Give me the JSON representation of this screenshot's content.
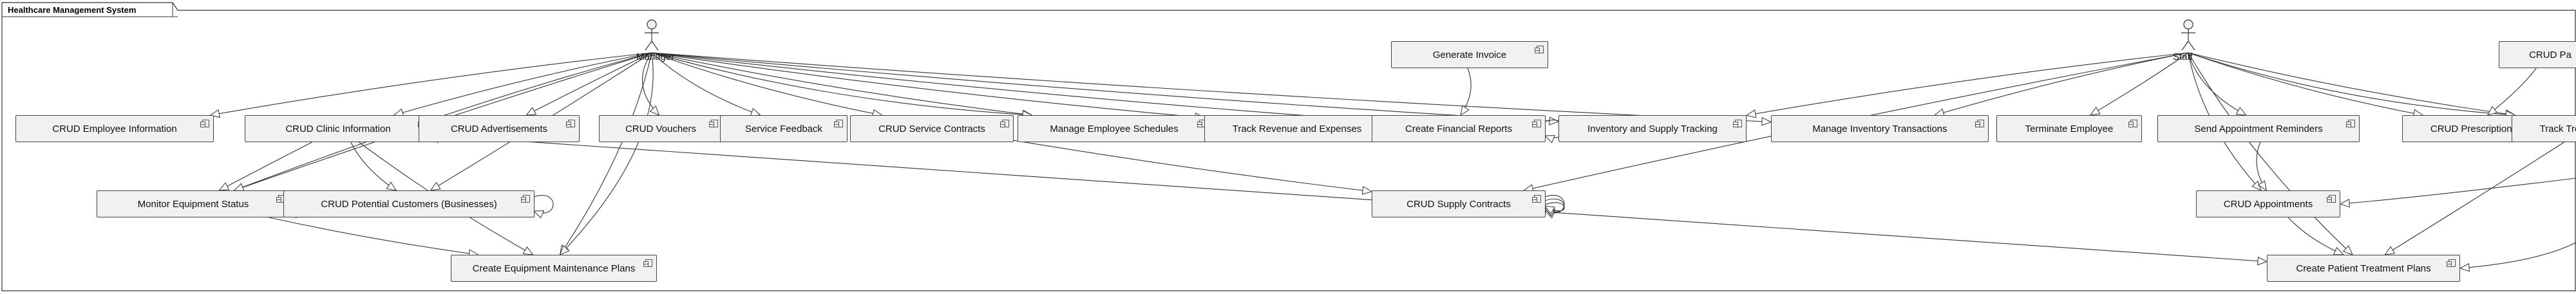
{
  "package": {
    "title": "Healthcare Management System"
  },
  "actors": [
    {
      "id": "manager",
      "name": "Manager"
    },
    {
      "id": "staff",
      "name": "Staff"
    }
  ],
  "components": [
    {
      "id": "generate-invoice",
      "label": "Generate Invoice"
    },
    {
      "id": "crud-patients",
      "label": "CRUD Pa"
    },
    {
      "id": "crud-employee-info",
      "label": "CRUD Employee Information"
    },
    {
      "id": "crud-clinic-info",
      "label": "CRUD Clinic Information"
    },
    {
      "id": "crud-advertisements",
      "label": "CRUD Advertisements"
    },
    {
      "id": "crud-vouchers",
      "label": "CRUD Vouchers"
    },
    {
      "id": "service-feedback",
      "label": "Service Feedback"
    },
    {
      "id": "crud-service-contracts",
      "label": "CRUD Service Contracts"
    },
    {
      "id": "manage-employee-schedules",
      "label": "Manage Employee Schedules"
    },
    {
      "id": "track-revenue",
      "label": "Track Revenue and Expenses"
    },
    {
      "id": "create-financial-reports",
      "label": "Create Financial Reports"
    },
    {
      "id": "inventory-supply-tracking",
      "label": "Inventory and Supply Tracking"
    },
    {
      "id": "manage-inventory-transactions",
      "label": "Manage Inventory Transactions"
    },
    {
      "id": "terminate-employee",
      "label": "Terminate Employee"
    },
    {
      "id": "send-appointment-reminders",
      "label": "Send Appointment Reminders"
    },
    {
      "id": "crud-prescriptions",
      "label": "CRUD Prescriptions"
    },
    {
      "id": "track-treatment-plan",
      "label": "Track Treatment Plan"
    },
    {
      "id": "monitor-equipment-status",
      "label": "Monitor Equipment Status"
    },
    {
      "id": "crud-potential-customers",
      "label": "CRUD Potential Customers (Businesses)"
    },
    {
      "id": "crud-supply-contracts",
      "label": "CRUD Supply Contracts"
    },
    {
      "id": "crud-appointments",
      "label": "CRUD Appointments"
    },
    {
      "id": "create-equipment-maintenance-plans",
      "label": "Create Equipment Maintenance Plans"
    },
    {
      "id": "create-patient-treatment-plans",
      "label": "Create Patient Treatment Plans"
    }
  ],
  "relations": [
    {
      "from": "manager",
      "to": "crud-employee-info"
    },
    {
      "from": "manager",
      "to": "crud-clinic-info"
    },
    {
      "from": "manager",
      "to": "crud-advertisements"
    },
    {
      "from": "manager",
      "to": "crud-vouchers"
    },
    {
      "from": "manager",
      "to": "service-feedback"
    },
    {
      "from": "manager",
      "to": "crud-service-contracts"
    },
    {
      "from": "manager",
      "to": "manage-employee-schedules"
    },
    {
      "from": "manager",
      "to": "manage-employee-schedules"
    },
    {
      "from": "manager",
      "to": "track-revenue"
    },
    {
      "from": "manager",
      "to": "create-financial-reports"
    },
    {
      "from": "manager",
      "to": "inventory-supply-tracking"
    },
    {
      "from": "manager",
      "to": "manage-inventory-transactions"
    },
    {
      "from": "manager",
      "to": "monitor-equipment-status"
    },
    {
      "from": "manager",
      "to": "monitor-equipment-status"
    },
    {
      "from": "manager",
      "to": "crud-potential-customers"
    },
    {
      "from": "manager",
      "to": "create-equipment-maintenance-plans"
    },
    {
      "from": "manager",
      "to": "create-equipment-maintenance-plans"
    },
    {
      "from": "generate-invoice",
      "to": "create-financial-reports"
    },
    {
      "from": "crud-clinic-info",
      "to": "monitor-equipment-status"
    },
    {
      "from": "crud-clinic-info",
      "to": "crud-potential-customers"
    },
    {
      "from": "crud-clinic-info",
      "to": "create-equipment-maintenance-plans"
    },
    {
      "from": "crud-clinic-info",
      "to": "create-patient-treatment-plans"
    },
    {
      "from": "crud-service-contracts",
      "to": "crud-supply-contracts"
    },
    {
      "from": "monitor-equipment-status",
      "to": "create-equipment-maintenance-plans"
    },
    {
      "from": "staff",
      "to": "inventory-supply-tracking"
    },
    {
      "from": "staff",
      "to": "manage-inventory-transactions"
    },
    {
      "from": "staff",
      "to": "terminate-employee"
    },
    {
      "from": "staff",
      "to": "send-appointment-reminders"
    },
    {
      "from": "staff",
      "to": "crud-prescriptions"
    },
    {
      "from": "staff",
      "to": "track-treatment-plan"
    },
    {
      "from": "staff",
      "to": "crud-supply-contracts"
    },
    {
      "from": "staff",
      "to": "crud-appointments"
    },
    {
      "from": "staff",
      "to": "create-patient-treatment-plans"
    },
    {
      "from": "staff",
      "to": "track-treatment-plan"
    },
    {
      "from": "send-appointment-reminders",
      "to": "crud-appointments"
    },
    {
      "from": "crud-appointments",
      "to": "create-patient-treatment-plans"
    },
    {
      "from": "track-treatment-plan",
      "to": "create-patient-treatment-plans"
    },
    {
      "from": "crud-patients",
      "to": "crud-prescriptions"
    }
  ],
  "self_loops": [
    {
      "on": "crud-clinic-info",
      "arrows": 1
    },
    {
      "on": "monitor-equipment-status",
      "arrows": 1
    },
    {
      "on": "crud-potential-customers",
      "arrows": 1
    },
    {
      "on": "create-financial-reports",
      "arrows": 1
    },
    {
      "on": "crud-supply-contracts",
      "arrows": 3
    }
  ],
  "offscreen_edges": [
    {
      "to": "crud-appointments",
      "from_edge": "right"
    },
    {
      "to": "create-patient-treatment-plans",
      "from_edge": "right"
    }
  ]
}
